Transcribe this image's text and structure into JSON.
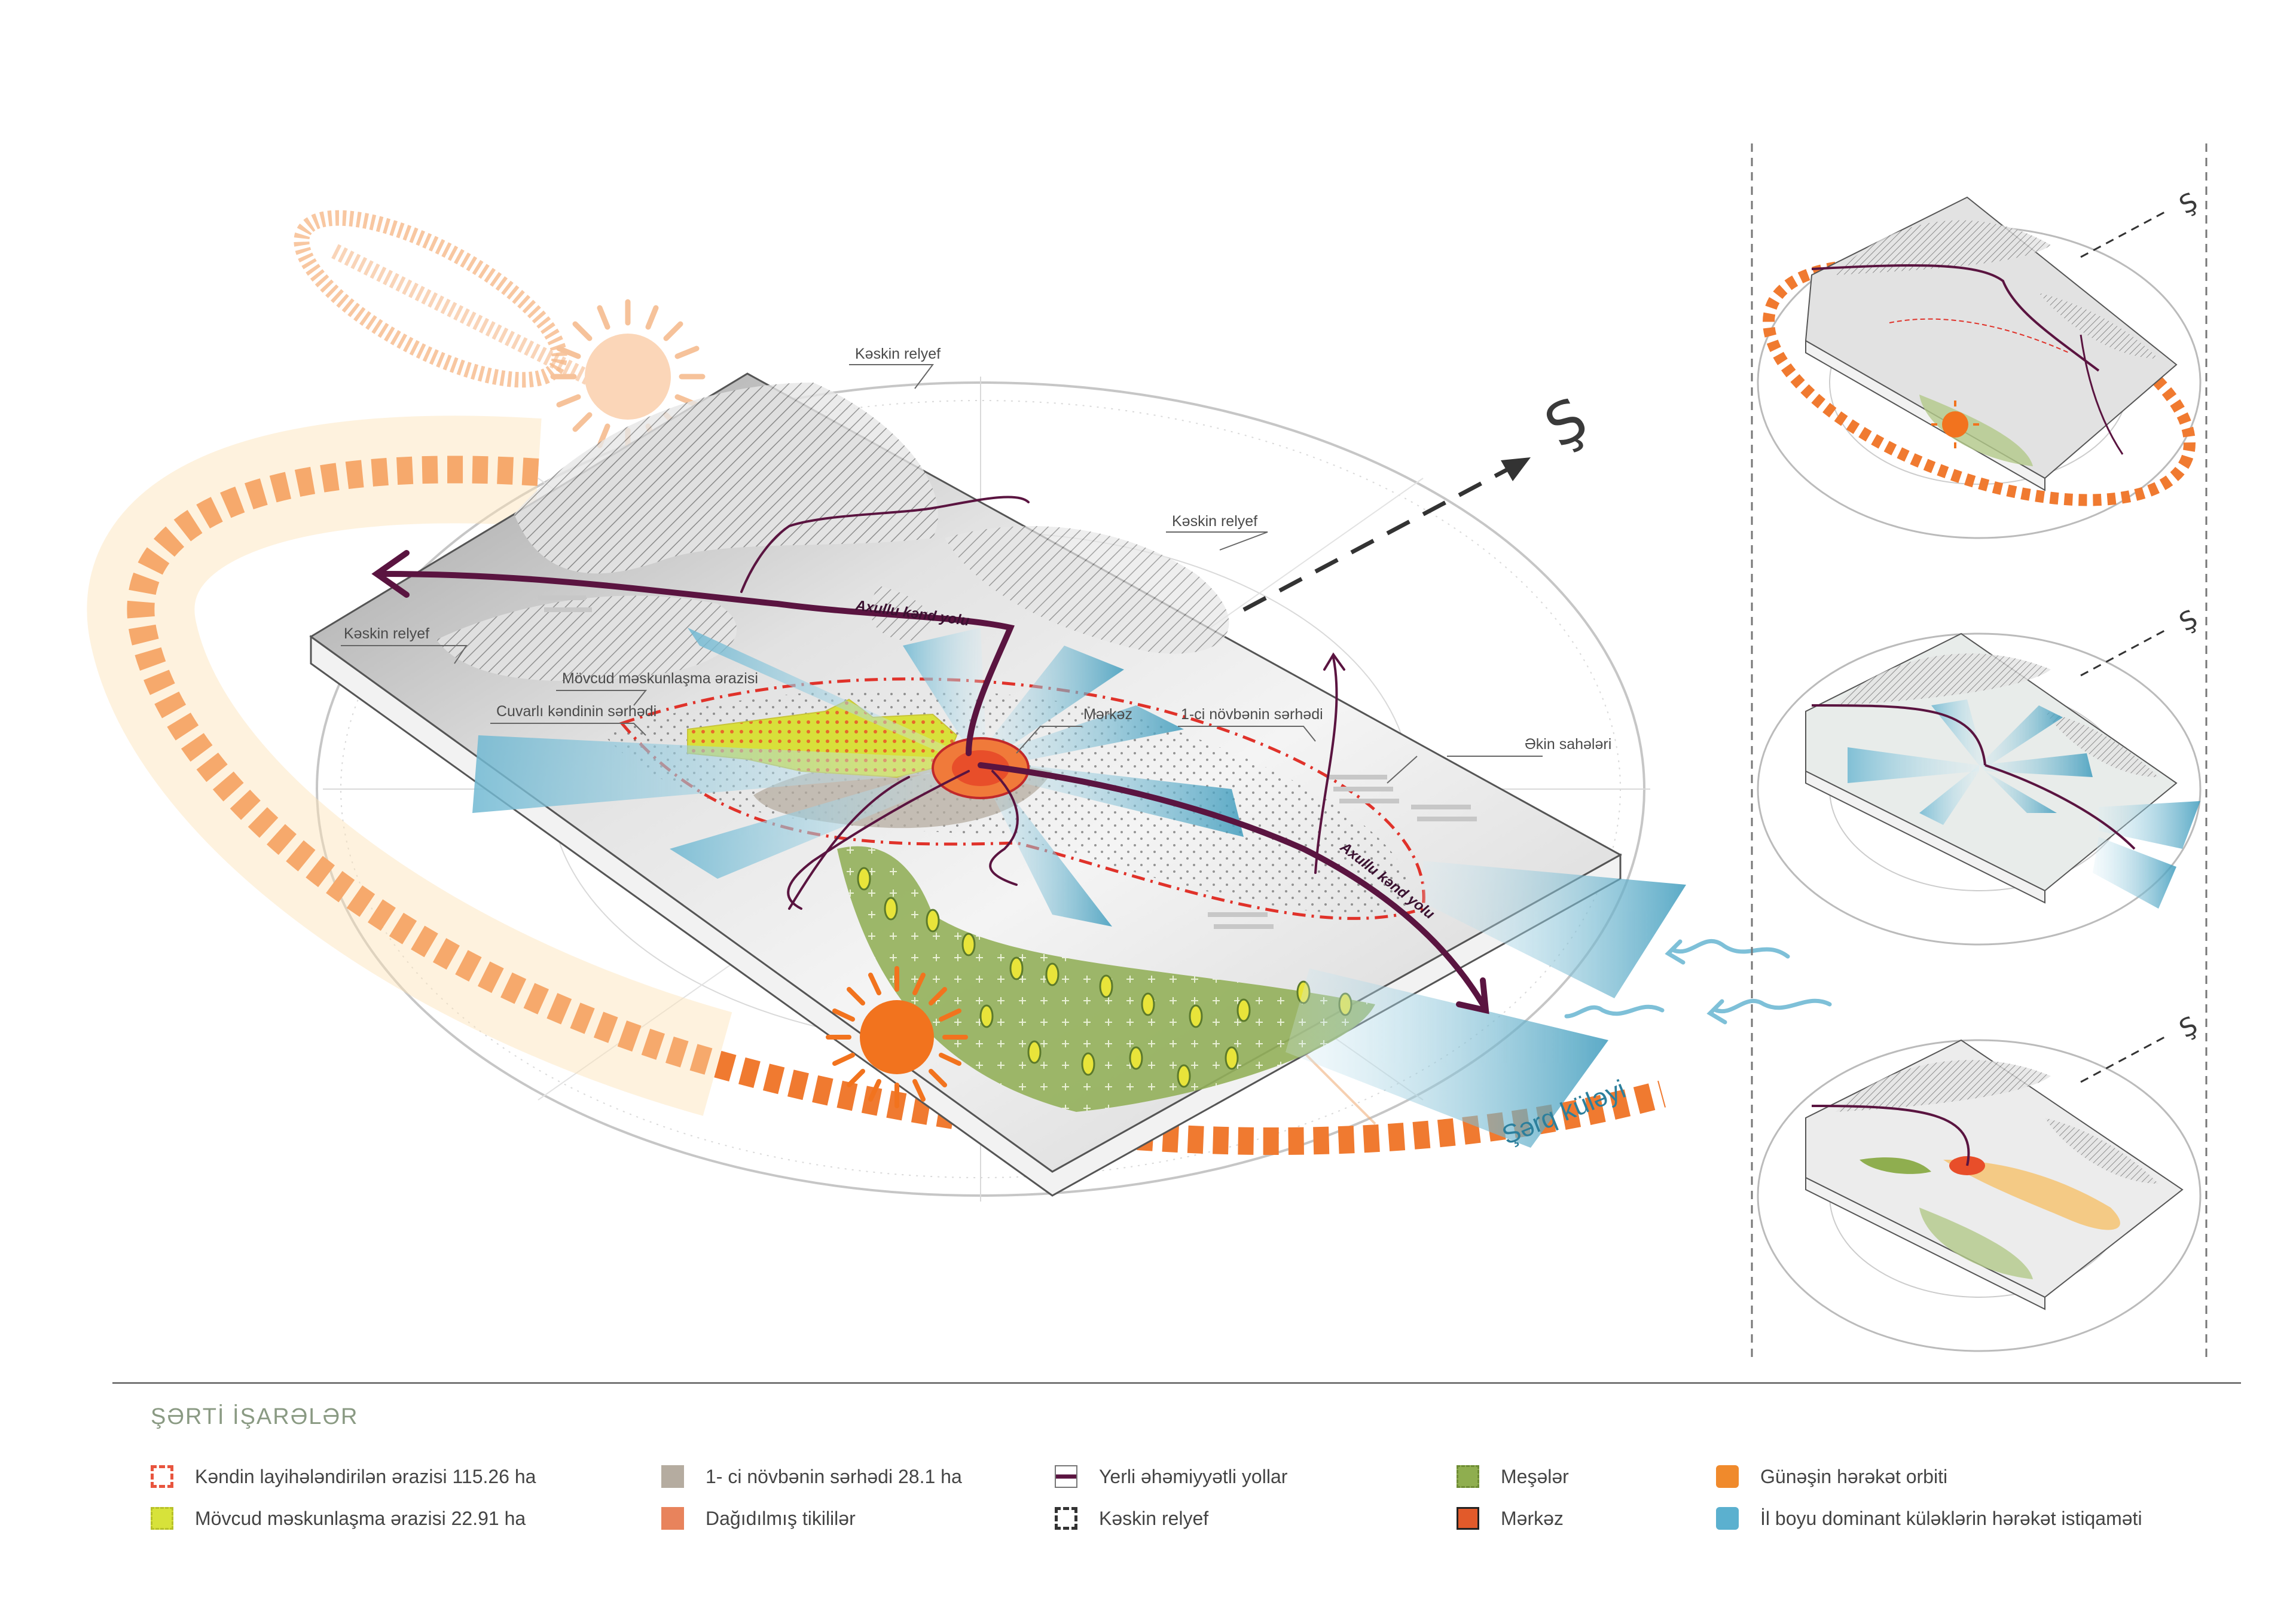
{
  "main_diagram": {
    "labels": {
      "keskin_relyef_top": "Kəskin relyef",
      "keskin_relyef_right": "Kəskin relyef",
      "keskin_relyef_left": "Kəskin relyef",
      "movcud": "Mövcud məskunlaşma ərazisi",
      "cuvarli": "Cuvarlı kəndinin sərhədi",
      "merkez": "Mərkəz",
      "novbe": "1-ci növbənin sərhədi",
      "ekin": "Əkin sahələri",
      "road_1": "Axullu kənd yolu",
      "road_2": "Axullu kənd yolu",
      "wind": "Şərq küləyi",
      "north": "Ş"
    }
  },
  "side_diagrams": [
    {
      "north": "Ş",
      "theme": "sun"
    },
    {
      "north": "Ş",
      "theme": "wind"
    },
    {
      "north": "Ş",
      "theme": "zones"
    }
  ],
  "legend": {
    "title": "ŞƏRTİ İŞARƏLƏR",
    "items": [
      {
        "label": "Kəndin layihələndirilən ərazisi 115.26 ha",
        "color": "#e8553e"
      },
      {
        "label": "Mövcud məskunlaşma ərazisi 22.91 ha",
        "color": "#d7e23a"
      },
      {
        "label": "1- ci növbənin sərhədi 28.1 ha",
        "color": "#b5aca0"
      },
      {
        "label": "Dağıdılmış tikililər",
        "color": "#e8835c"
      },
      {
        "label": "Yerli əhəmiyyətli yollar",
        "color": "#5a1440"
      },
      {
        "label": "Kəskin relyef",
        "color": "#333333"
      },
      {
        "label": "Meşələr",
        "color": "#8fae4f"
      },
      {
        "label": "Mərkəz",
        "color": "#e25a2a"
      },
      {
        "label": "Günəşin hərəkət orbiti",
        "color": "#f08a2c"
      },
      {
        "label": "İl boyu dominant küləklərin hərəkət istiqaməti",
        "color": "#5bb0cf"
      }
    ]
  }
}
